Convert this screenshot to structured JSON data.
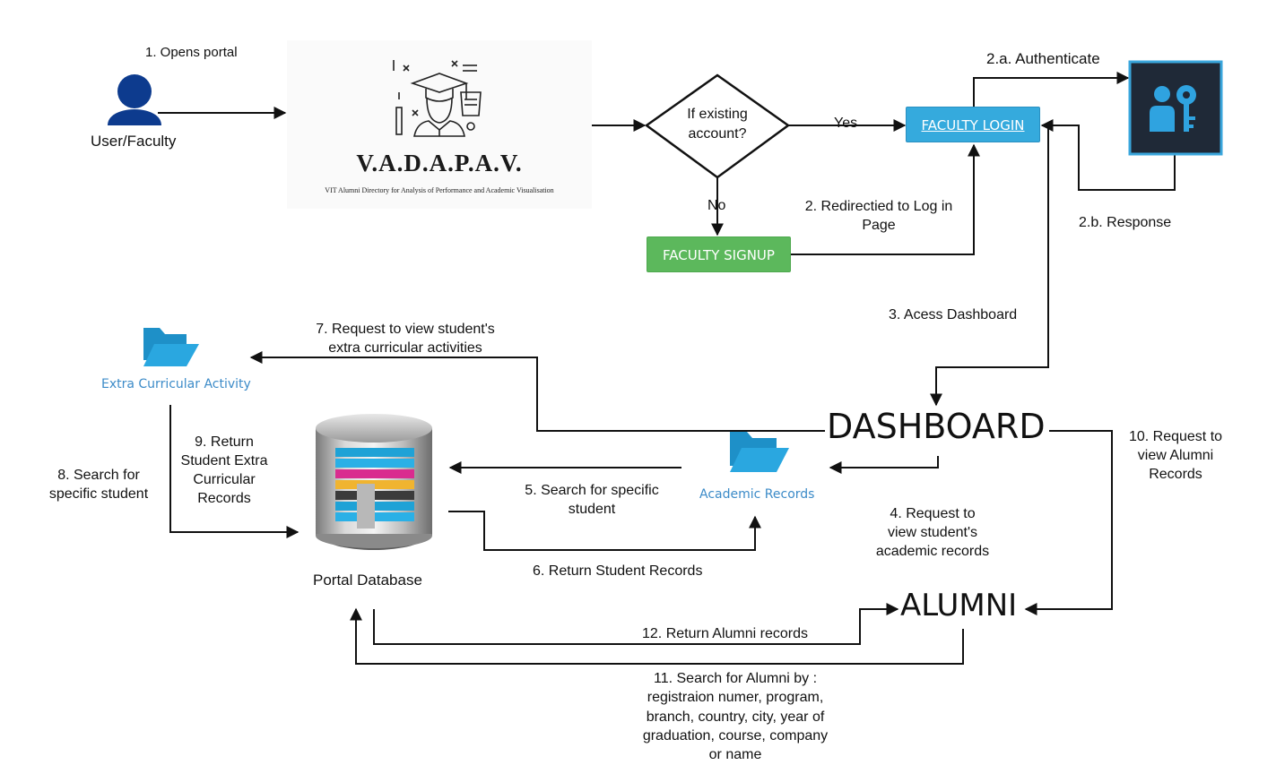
{
  "nodes": {
    "user_label": "User/Faculty",
    "brand_title": "V.A.D.A.P.A.V.",
    "brand_subtitle": "VIT Alumni Directory for Analysis of Performance and Academic Visualisation",
    "decision_line1": "If existing",
    "decision_line2": "account?",
    "faculty_login": "FACULTY LOGIN",
    "faculty_signup": "FACULTY SIGNUP",
    "extra_curricular": "Extra Curricular Activity",
    "database_label": "Portal  Database",
    "academic_records": "Academic Records",
    "dashboard": "DASHBOARD",
    "alumni": "ALUMNI"
  },
  "edges": {
    "opens_portal": "1. Opens portal",
    "yes": "Yes",
    "no": "No",
    "authenticate": "2.a. Authenticate",
    "response": "2.b. Response",
    "redirected_l1": "2. Redirectied to Log in",
    "redirected_l2": "Page",
    "access_dashboard": "3. Acess Dashboard",
    "req_academic_l1": "4. Request to",
    "req_academic_l2": "view student's",
    "req_academic_l3": "academic records",
    "search_specific_l1": "5. Search for specific",
    "search_specific_l2": "student",
    "return_records": "6. Return Student Records",
    "req_extra_l1": "7. Request to view student's",
    "req_extra_l2": "extra curricular activities",
    "search_student_l1": "8. Search for",
    "search_student_l2": "specific student",
    "return_extra_l1": "9. Return",
    "return_extra_l2": "Student Extra",
    "return_extra_l3": "Curricular",
    "return_extra_l4": "Records",
    "req_alumni_l1": "10. Request to",
    "req_alumni_l2": "view Alumni",
    "req_alumni_l3": "Records",
    "search_alumni_l1": "11. Search for Alumni by :",
    "search_alumni_l2": "registraion numer, program,",
    "search_alumni_l3": "branch, country, city, year of",
    "search_alumni_l4": "graduation, course, company",
    "search_alumni_l5": "or name",
    "return_alumni": "12. Return Alumni records"
  },
  "colors": {
    "user_icon": "#0d3b8e",
    "login_button": "#35aadd",
    "signup_button": "#5cb85c",
    "key_tile_bg": "#1f2937",
    "key_tile_border": "#3aa6dc",
    "key_icon": "#2fa3e0",
    "folder": "#1e90c8",
    "folder_label": "#3c8bc8"
  },
  "icons": {
    "user": "user-silhouette-icon",
    "graduate": "graduate-logo-icon",
    "auth": "user-key-icon",
    "folder": "folder-icon",
    "database": "database-icon"
  }
}
